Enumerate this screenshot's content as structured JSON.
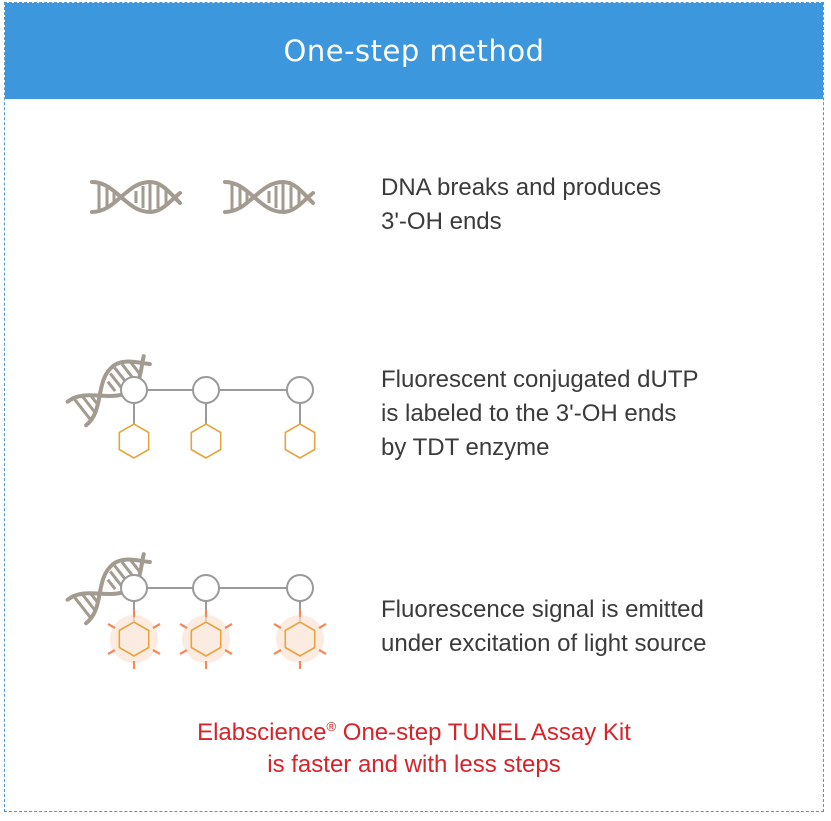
{
  "header": {
    "title": "One-step method"
  },
  "steps": [
    {
      "lines": [
        "DNA breaks and produces",
        "3'-OH ends"
      ]
    },
    {
      "lines": [
        "Fluorescent conjugated dUTP",
        "is labeled to the 3'-OH ends",
        "by TDT enzyme"
      ]
    },
    {
      "lines": [
        "Fluorescence signal is emitted",
        "under excitation of light source"
      ]
    }
  ],
  "footer": {
    "brand": "Elabscience",
    "registered": "®",
    "line1_rest": " One-step TUNEL Assay Kit",
    "line2": "is faster and with less steps"
  },
  "colors": {
    "header_bg": "#3c97dc",
    "dna": "#a39a90",
    "linker": "#9a9a9a",
    "label_ring": "#e8a33c",
    "glow": "#f06e3a",
    "footer_text": "#d8232a"
  },
  "icons": [
    "dna-helix-icon",
    "nucleotide-circle-icon",
    "fluorophore-hexagon-icon",
    "fluorescence-glow-icon"
  ]
}
